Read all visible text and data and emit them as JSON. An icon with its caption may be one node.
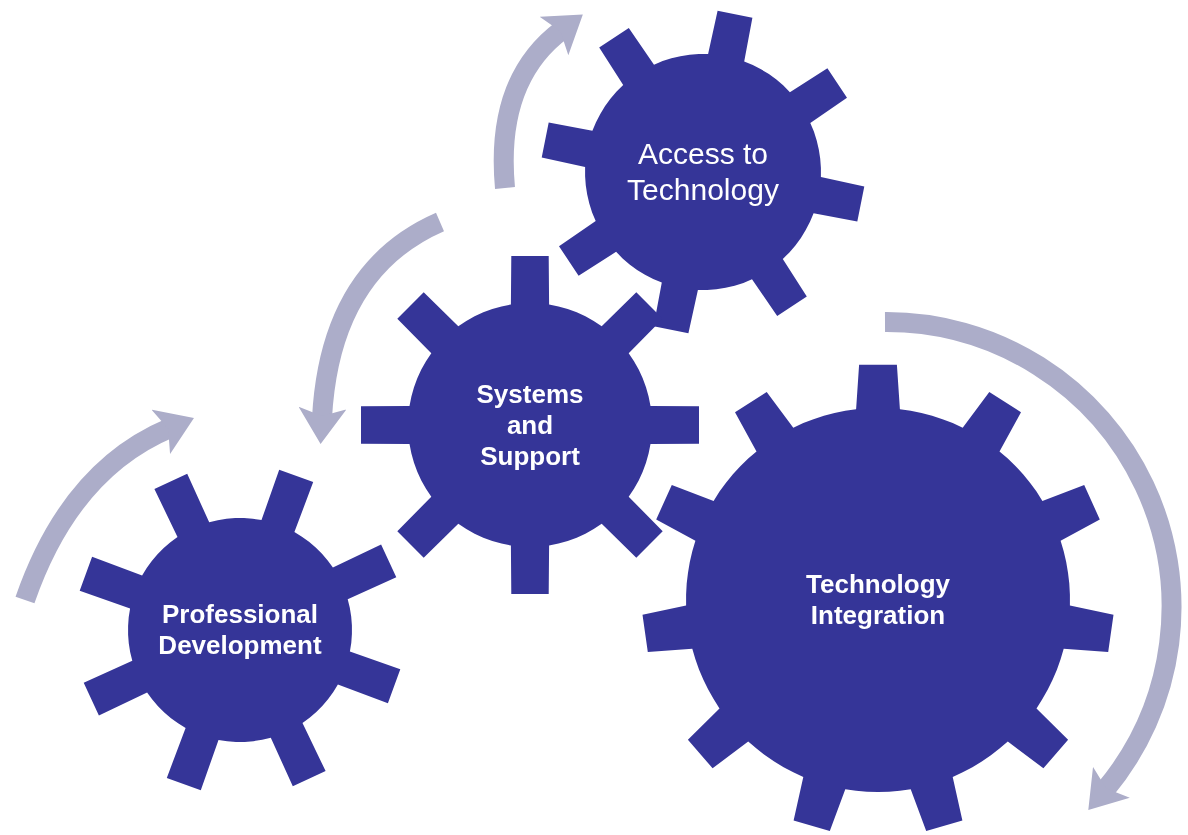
{
  "diagram": {
    "nodes": [
      {
        "text": [
          "Access to Technology"
        ]
      },
      {
        "text": [
          "Systems and Support"
        ]
      },
      {
        "text": [
          "Professional Development"
        ]
      },
      {
        "text": [
          "Technology Integration"
        ]
      }
    ]
  }
}
